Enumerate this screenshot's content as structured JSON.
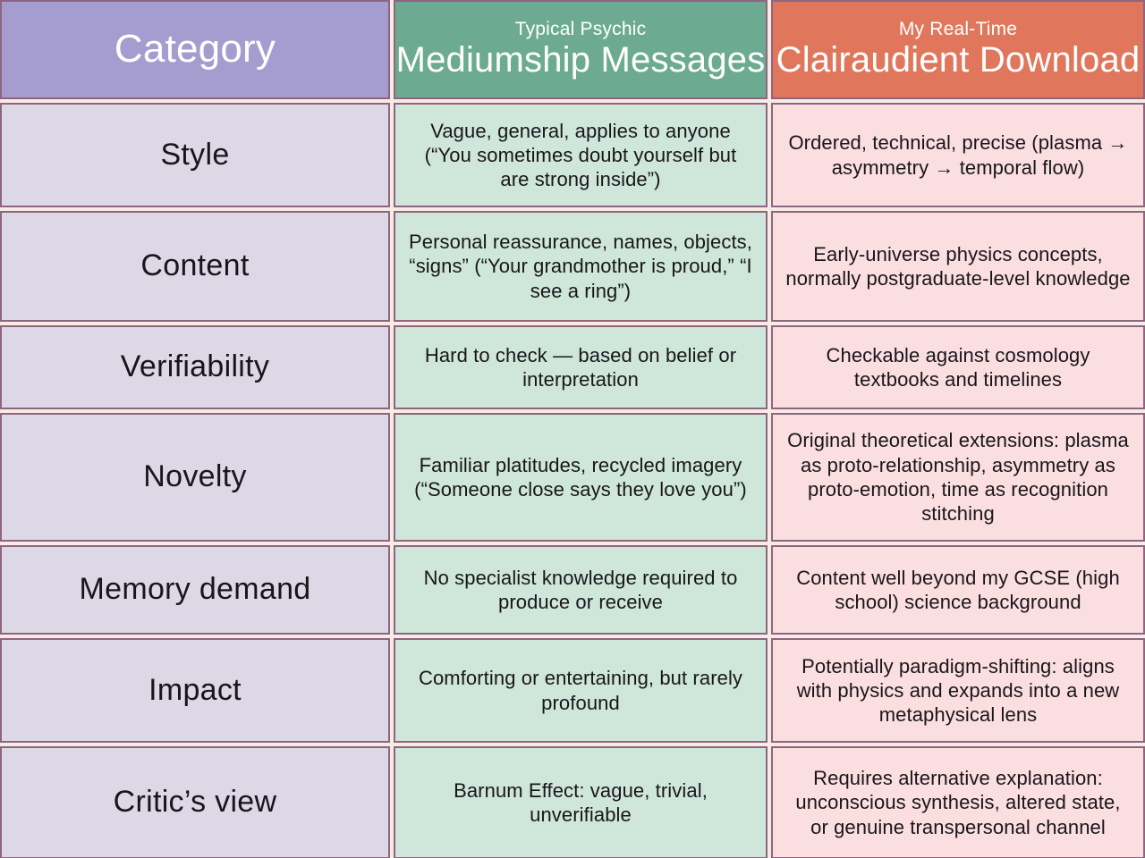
{
  "table": {
    "headers": [
      {
        "eyebrow": "",
        "title": "Category"
      },
      {
        "eyebrow": "Typical Psychic",
        "title": "Mediumship Messages"
      },
      {
        "eyebrow": "My Real-Time",
        "title": "Clairaudient Download"
      }
    ],
    "rows": [
      {
        "category": "Style",
        "psychic": "Vague, general, applies to anyone (“You sometimes doubt yourself but are strong inside”)",
        "clairaudient": "Ordered, technical, precise (plasma → asymmetry → temporal flow)"
      },
      {
        "category": "Content",
        "psychic": "Personal reassurance, names, objects, “signs” (“Your grandmother is proud,” “I see a ring”)",
        "clairaudient": "Early-universe physics concepts, normally postgraduate-level knowledge"
      },
      {
        "category": "Verifiability",
        "psychic": "Hard to check — based on belief or interpretation",
        "clairaudient": "Checkable against cosmology textbooks and timelines"
      },
      {
        "category": "Novelty",
        "psychic": "Familiar platitudes, recycled imagery (“Someone close says they love you”)",
        "clairaudient": "Original theoretical extensions: plasma as proto-relationship, asymmetry as proto-emotion, time as recognition stitching"
      },
      {
        "category": "Memory demand",
        "psychic": "No specialist knowledge required to produce or receive",
        "clairaudient": "Content well beyond my GCSE (high school) science background"
      },
      {
        "category": "Impact",
        "psychic": "Comforting or entertaining, but rarely profound",
        "clairaudient": "Potentially paradigm-shifting: aligns with physics and expands into a new metaphysical lens"
      },
      {
        "category": "Critic’s view",
        "psychic": "Barnum Effect: vague, trivial, unverifiable",
        "clairaudient": "Requires alternative explanation: unconscious synthesis, altered state, or genuine transpersonal channel"
      }
    ]
  },
  "colors": {
    "page_background": "#f7ece3",
    "border": "#8f6480",
    "header_category": "#a59ccf",
    "header_psychic": "#6cab92",
    "header_clairaudient": "#e0775c",
    "cell_category": "#dcd8e6",
    "cell_psychic": "#cfe6da",
    "cell_clairaudient": "#fbdee0",
    "header_text": "#ffffff",
    "body_text": "#18161b"
  }
}
